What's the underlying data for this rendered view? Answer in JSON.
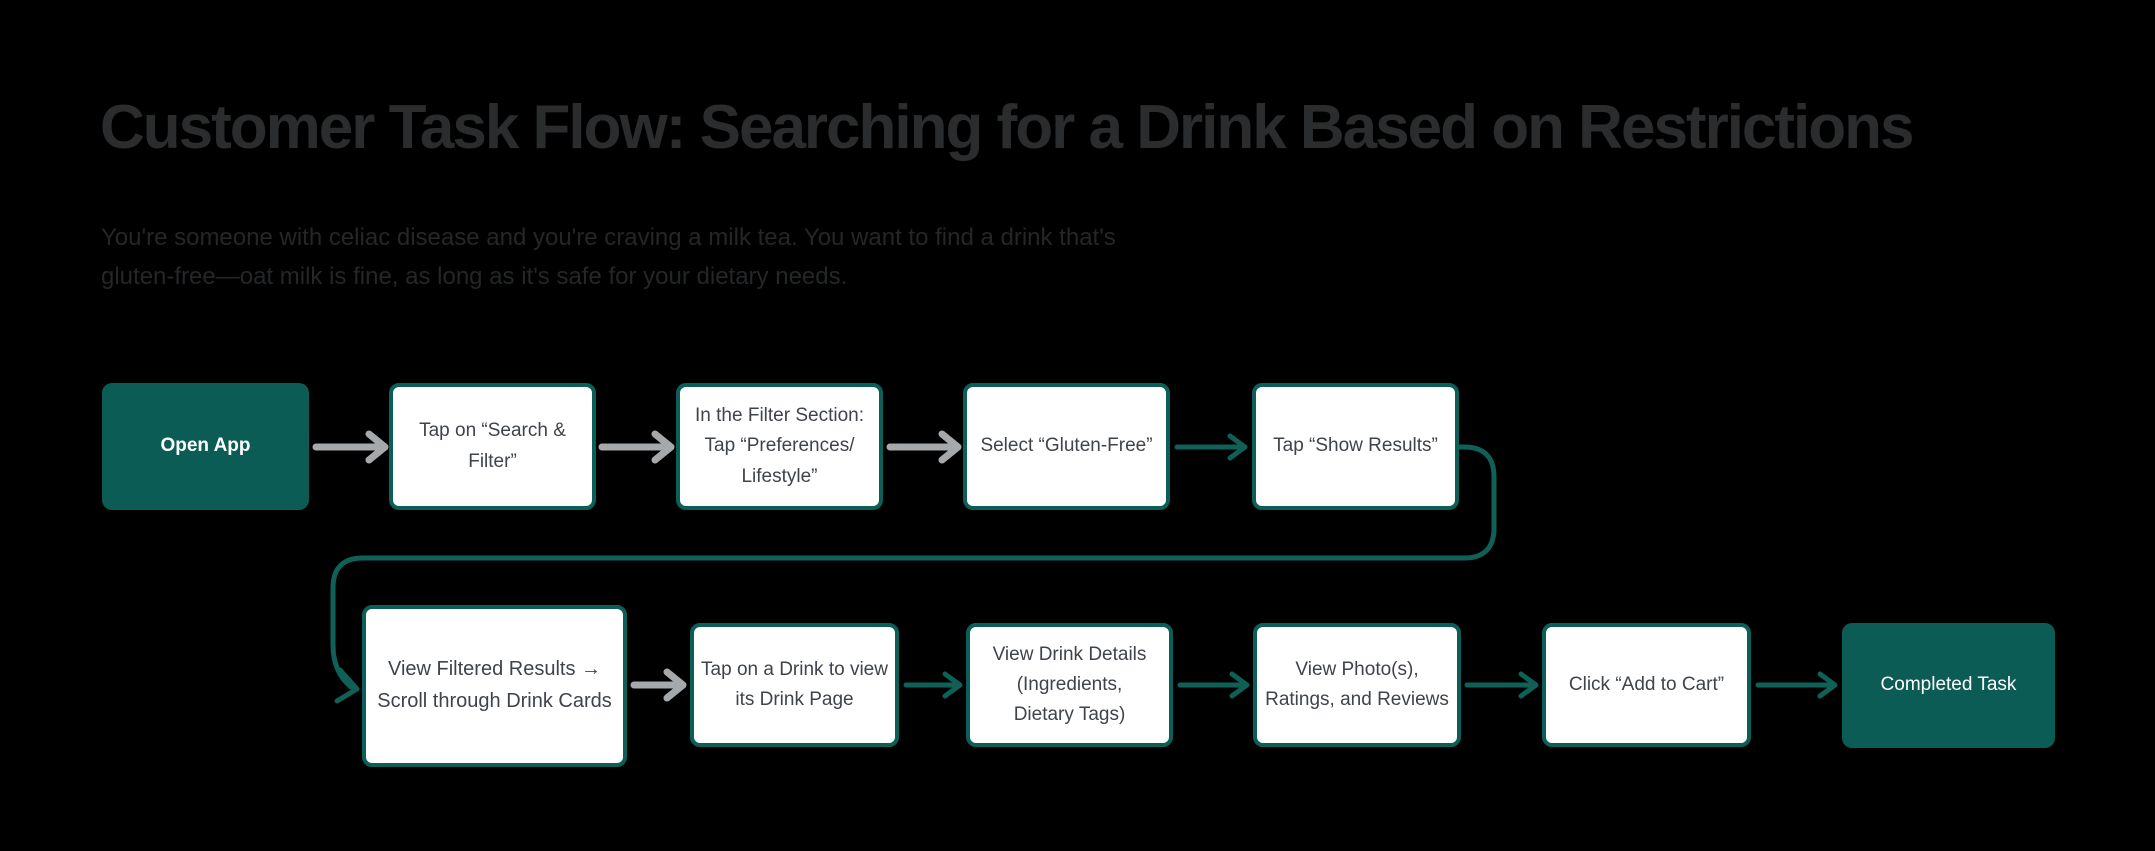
{
  "title": "Customer Task Flow: Searching for a Drink Based on Restrictions",
  "description": "You're someone with celiac disease and you're craving a milk tea. You want to find a drink that's\ngluten-free—oat milk is fine, as long as it's safe for your dietary needs.",
  "nodes": [
    {
      "id": "open-app",
      "type": "start",
      "label": "Open App"
    },
    {
      "id": "tap-search-filter",
      "type": "step",
      "label": "Tap on “Search & Filter”"
    },
    {
      "id": "filter-section-preferences",
      "type": "step",
      "label": "In the Filter Section:\nTap “Preferences/\nLifestyle”"
    },
    {
      "id": "select-gluten-free",
      "type": "step",
      "label": "Select “Gluten-Free”"
    },
    {
      "id": "tap-show-results",
      "type": "step",
      "label": "Tap “Show Results”"
    },
    {
      "id": "view-filtered-results",
      "type": "step",
      "label": "View Filtered Results →\nScroll through Drink Cards"
    },
    {
      "id": "tap-on-drink",
      "type": "step",
      "label": "Tap on a Drink to view\nits Drink Page"
    },
    {
      "id": "view-drink-details",
      "type": "step",
      "label": "View Drink Details\n(Ingredients,\nDietary Tags)"
    },
    {
      "id": "view-photos-ratings",
      "type": "step",
      "label": "View Photo(s),\nRatings, and Reviews"
    },
    {
      "id": "click-add-to-cart",
      "type": "step",
      "label": "Click “Add to Cart”"
    },
    {
      "id": "completed-task",
      "type": "end",
      "label": "Completed Task"
    }
  ],
  "colors": {
    "background": "#000000",
    "teal_fill": "#0c5c56",
    "teal_border": "#0c5f59",
    "teal_line": "#0f6158",
    "arrow_gray": "#a6a9ab",
    "box_bg": "#ffffff",
    "box_text": "#3f444a",
    "title_color": "#2a2c2e",
    "desc_color": "#242628"
  }
}
